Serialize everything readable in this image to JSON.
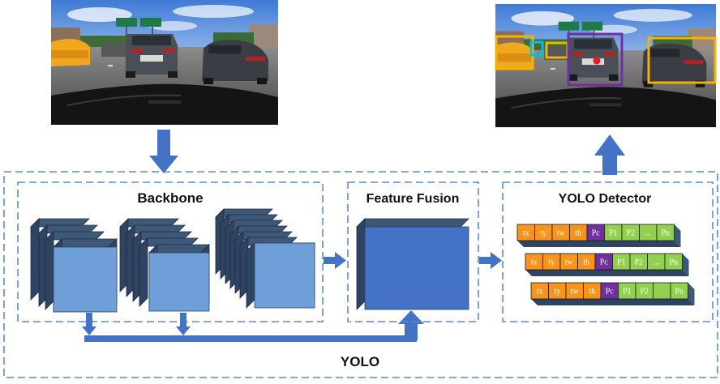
{
  "labels": {
    "backbone": "Backbone",
    "feature_fusion": "Feature Fusion",
    "detector": "YOLO Detector",
    "yolo": "YOLO"
  },
  "detector_vector": {
    "rows": [
      [
        "tx",
        "ty",
        "tw",
        "th",
        "Pc",
        "P1",
        "P2",
        "...",
        "Pn"
      ],
      [
        "tx",
        "ty",
        "tw",
        "th",
        "Pc",
        "P1",
        "P2",
        "...",
        "Pn"
      ],
      [
        "tx",
        "ty",
        "tw",
        "th",
        "Pc",
        "P1",
        "P2",
        "",
        "Pn"
      ]
    ],
    "cell_kinds": [
      "box",
      "box",
      "box",
      "box",
      "conf",
      "cls",
      "cls",
      "cls",
      "cls"
    ]
  },
  "colors": {
    "box": "#f7941d",
    "conf": "#7030a0",
    "cls": "#92d050",
    "block_front": "#6f9fd8",
    "block_side": "#2e4460",
    "block_top": "#3e5878",
    "fusion_front": "#4472c4",
    "arrow": "#4472c4",
    "dash": "#5b8bd4",
    "detect_yellow": "#f5b301",
    "detect_cyan": "#00c0e8",
    "detect_purple": "#7030a0",
    "detect_red": "#e02020"
  }
}
